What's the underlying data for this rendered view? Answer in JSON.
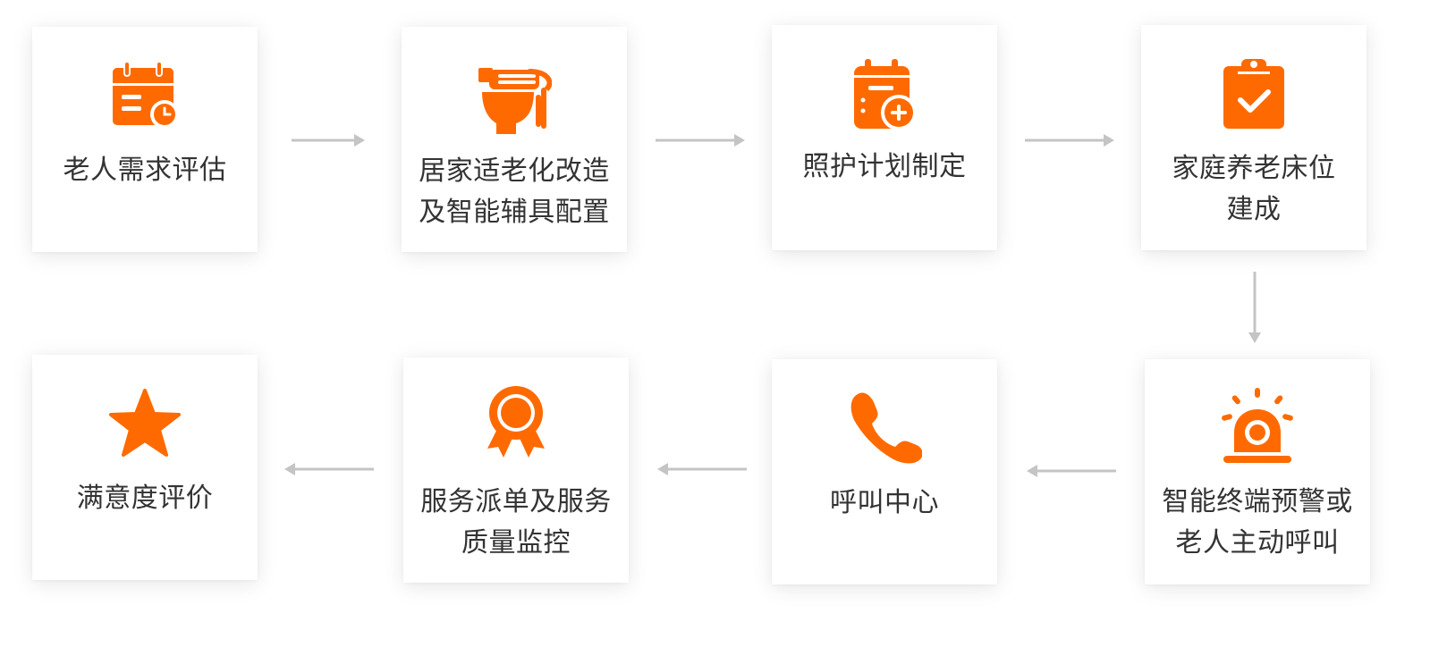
{
  "accent_color": "#ff6a00",
  "arrow_color": "#c4c4c4",
  "steps": [
    {
      "lines": [
        "老人需求评估"
      ],
      "icon": "calendar-clock-icon"
    },
    {
      "lines": [
        "居家适老化改造",
        "及智能辅具配置"
      ],
      "icon": "toilet-grab-bar-icon"
    },
    {
      "lines": [
        "照护计划制定"
      ],
      "icon": "calendar-plus-icon"
    },
    {
      "lines": [
        "家庭养老床位",
        "建成"
      ],
      "icon": "clipboard-check-icon"
    },
    {
      "lines": [
        "智能终端预警或",
        "老人主动呼叫"
      ],
      "icon": "alarm-siren-icon"
    },
    {
      "lines": [
        "呼叫中心"
      ],
      "icon": "phone-icon"
    },
    {
      "lines": [
        "服务派单及服务",
        "质量监控"
      ],
      "icon": "award-ribbon-icon"
    },
    {
      "lines": [
        "满意度评价"
      ],
      "icon": "star-icon"
    }
  ]
}
